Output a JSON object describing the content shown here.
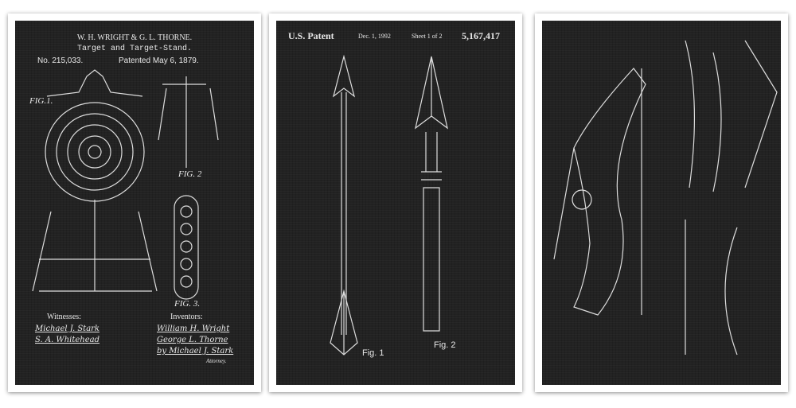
{
  "panels": [
    {
      "header": "W. H. WRIGHT & G. L. THORNE.",
      "title": "Target and Target-Stand.",
      "number": "No. 215,033.",
      "patented": "Patented May 6, 1879.",
      "fig_labels": [
        "FIG.1.",
        "FIG. 2",
        "FIG. 3."
      ],
      "witnesses_label": "Witnesses:",
      "witnesses": [
        "Michael J. Stark",
        "S. A. Whitehead"
      ],
      "inventors_label": "Inventors:",
      "inventors": [
        "William H. Wright",
        "George L. Thorne",
        "by Michael J. Stark"
      ],
      "attorney": "Attorney."
    },
    {
      "header": "U.S. Patent",
      "date": "Dec. 1, 1992",
      "sheet": "Sheet 1 of 2",
      "number": "5,167,417",
      "fig_labels": [
        "Fig. 1",
        "Fig. 2"
      ]
    },
    {}
  ],
  "colors": {
    "sheet": "#222222",
    "line": "#dddddd",
    "frame": "#ffffff"
  }
}
